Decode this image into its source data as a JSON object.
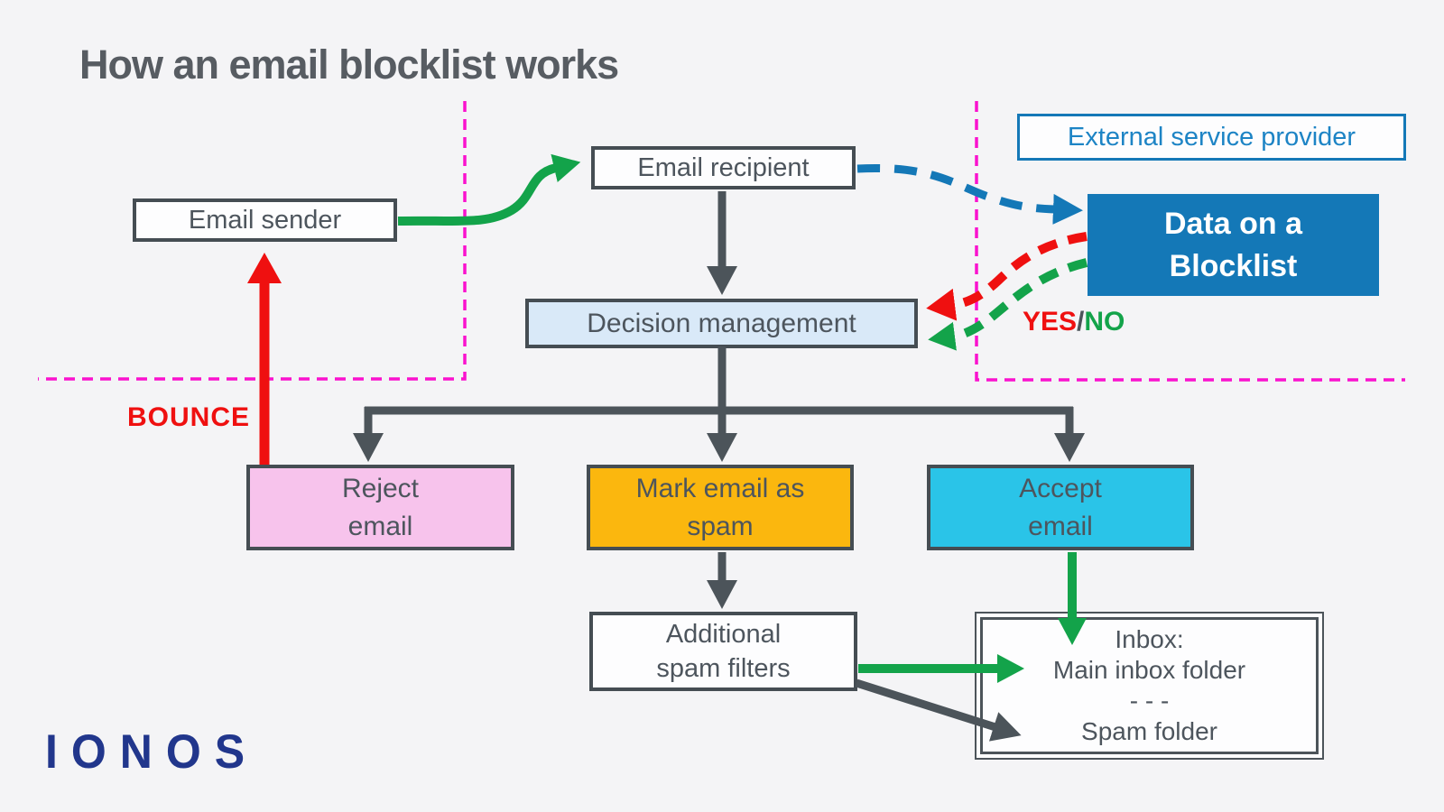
{
  "title": "How an email blocklist works",
  "logo": "IONOS",
  "boxes": {
    "email_sender": "Email sender",
    "email_recipient": "Email recipient",
    "external_provider": "External service provider",
    "blocklist_line1": "Data on a",
    "blocklist_line2": "Blocklist",
    "decision": "Decision management",
    "reject_line1": "Reject",
    "reject_line2": "email",
    "spam_line1": "Mark email as",
    "spam_line2": "spam",
    "accept_line1": "Accept",
    "accept_line2": "email",
    "filters_line1": "Additional",
    "filters_line2": "spam filters",
    "inbox_line1": "Inbox:",
    "inbox_line2": "Main inbox folder",
    "inbox_line3": "- - -",
    "inbox_line4": "Spam folder"
  },
  "labels": {
    "bounce": "BOUNCE",
    "yes": "YES",
    "separator": "/",
    "no": "NO"
  },
  "colors": {
    "background": "#f4f4f6",
    "dark_gray": "#4c545a",
    "blue": "#1478b7",
    "decision_fill": "#d9e9f8",
    "pink": "#f7c3ec",
    "orange": "#fbb70e",
    "cyan": "#2ac4e8",
    "green": "#13a34a",
    "red": "#ef1010",
    "magenta": "#fa12ce",
    "logo_navy": "#21368c"
  }
}
